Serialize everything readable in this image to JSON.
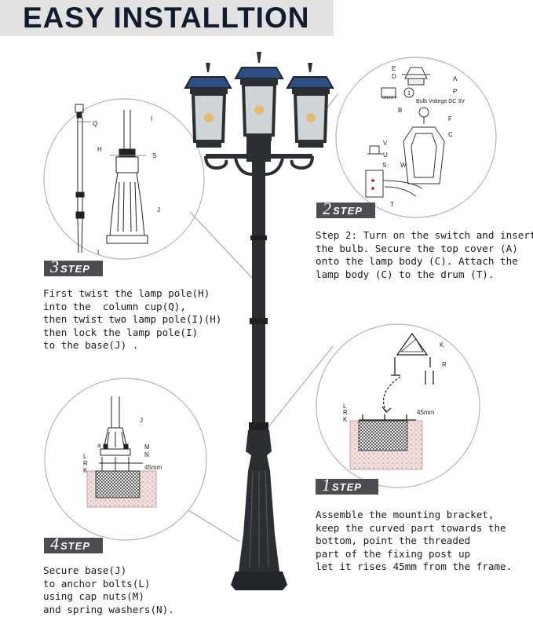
{
  "title": "EASY INSTALLTION",
  "steps": {
    "step1": {
      "num": "1",
      "word": "STEP",
      "lines": [
        "Assemble the mounting bracket,",
        "keep the curved part towards the",
        "bottom, point the threaded",
        "part of the fixing post up",
        "let it rises 45mm from the frame."
      ]
    },
    "step2": {
      "num": "2",
      "word": "STEP",
      "lines": [
        "Step 2: Turn on the switch and insert",
        "the bulb. Secure the top cover (A)",
        "onto the lamp body (C). Attach the",
        "lamp body (C) to the drum (T)."
      ]
    },
    "step3": {
      "num": "3",
      "word": "STEP",
      "lines": [
        "First twist the lamp pole(H)",
        "into the  column cup(Q),",
        "then twist two lamp pole(I)(H)",
        "then lock the lamp pole(I)",
        "to the base(J) ."
      ]
    },
    "step4": {
      "num": "4",
      "word": "STEP",
      "lines": [
        "Secure base(J)",
        "to anchor bolts(L)",
        "using cap nuts(M)",
        "and spring washers(N)."
      ]
    }
  },
  "diagram_labels": {
    "top_right": [
      "E",
      "D",
      "A",
      "P",
      "B",
      "F",
      "C",
      "V",
      "U",
      "S",
      "W",
      "T",
      "1"
    ],
    "top_right_onoff": "ON/OFF",
    "top_right_note": "Bulb Voltege DC 3V",
    "top_left": [
      "Q",
      "I",
      "H",
      "S",
      "J",
      "I"
    ],
    "bottom_right": [
      "K",
      "R",
      "L",
      "R",
      "K"
    ],
    "bottom_right_dim": "45mm",
    "bottom_left": [
      "J",
      "a",
      "M",
      "N",
      "L",
      "R",
      "K"
    ],
    "bottom_left_dim": "45mm"
  },
  "colors": {
    "title_text": "#111c2e",
    "title_bg": "#e2e2e2",
    "step_bg": "#4b4d51",
    "lamp": "#2b2f33",
    "solar": "#2e4f86"
  }
}
